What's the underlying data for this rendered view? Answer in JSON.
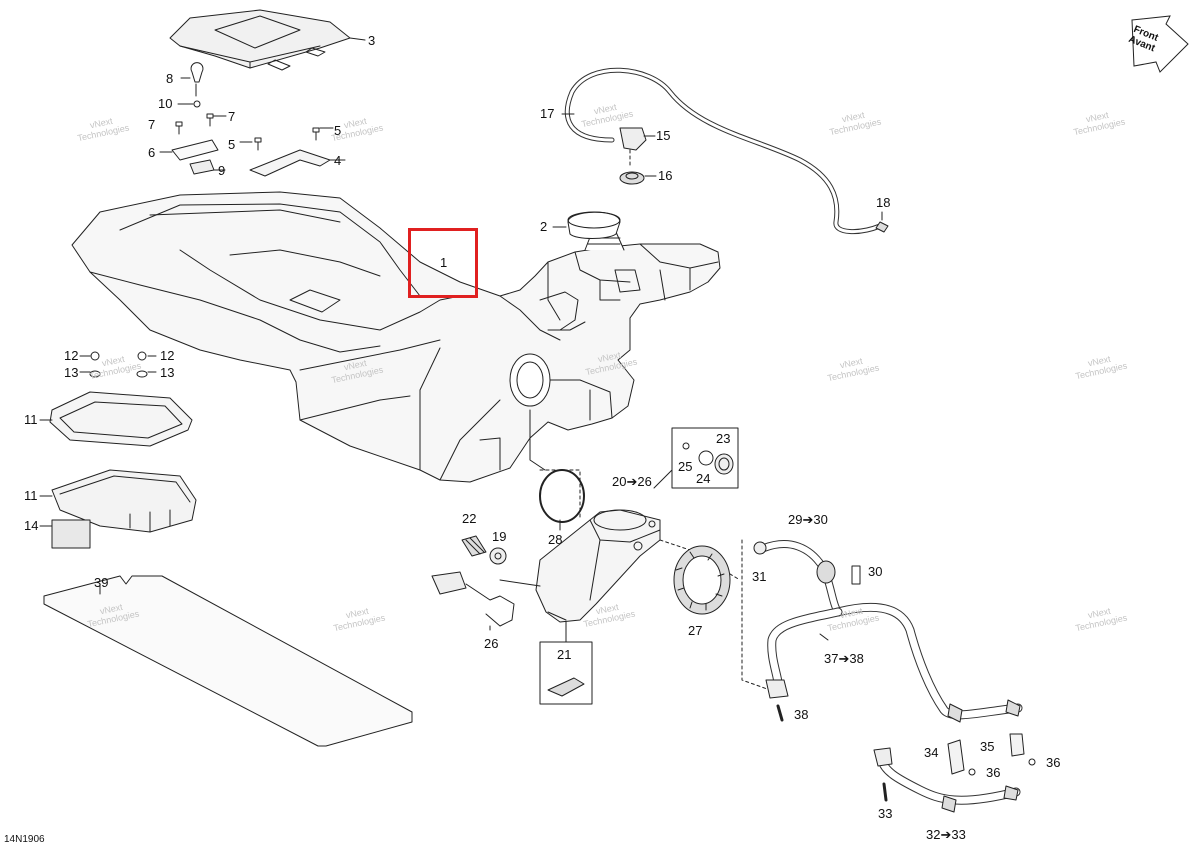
{
  "diagram": {
    "drawing_code": "14N1906",
    "front_badge": {
      "line1": "Front",
      "line2": "Avant"
    },
    "watermark_line1": "vNext",
    "watermark_line2": "Technologies",
    "highlight_color": "#e02020",
    "line_color": "#222222",
    "callouts": {
      "c1": "1",
      "c2": "2",
      "c3": "3",
      "c4": "4",
      "c5a": "5",
      "c5b": "5",
      "c6": "6",
      "c7a": "7",
      "c7b": "7",
      "c8": "8",
      "c9": "9",
      "c10": "10",
      "c11a": "11",
      "c11b": "11",
      "c12a": "12",
      "c12b": "12",
      "c13a": "13",
      "c13b": "13",
      "c14": "14",
      "c15": "15",
      "c16": "16",
      "c17": "17",
      "c18": "18",
      "c19": "19",
      "c20": "20➔26",
      "c21": "21",
      "c22": "22",
      "c23": "23",
      "c24": "24",
      "c25": "25",
      "c26": "26",
      "c27": "27",
      "c28": "28",
      "c29": "29➔30",
      "c30": "30",
      "c31": "31",
      "c32": "32➔33",
      "c33": "33",
      "c34": "34",
      "c35": "35",
      "c36a": "36",
      "c36b": "36",
      "c37": "37➔38",
      "c38": "38",
      "c39": "39"
    }
  }
}
